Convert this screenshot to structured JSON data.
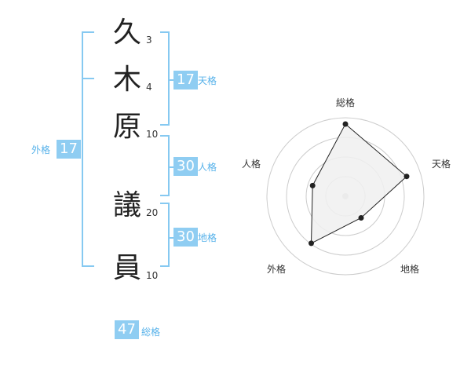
{
  "name": {
    "characters": [
      {
        "char": "久",
        "strokes": "3"
      },
      {
        "char": "木",
        "strokes": "4"
      },
      {
        "char": "原",
        "strokes": "10"
      },
      {
        "char": "議",
        "strokes": "20"
      },
      {
        "char": "員",
        "strokes": "10"
      }
    ]
  },
  "scores": {
    "tenkaku": {
      "value": "17",
      "label": "天格"
    },
    "jinkaku": {
      "value": "30",
      "label": "人格"
    },
    "chikaku": {
      "value": "30",
      "label": "地格"
    },
    "gaikaku": {
      "value": "17",
      "label": "外格"
    },
    "soukaku": {
      "value": "47",
      "label": "総格"
    }
  },
  "chart_data": {
    "type": "radar",
    "axes": [
      "総格",
      "天格",
      "地格",
      "外格",
      "人格"
    ],
    "values": [
      0.92,
      0.82,
      0.34,
      0.74,
      0.44
    ],
    "rings": 4
  },
  "colors": {
    "accent": "#8fcdf2",
    "accent_text": "#57b2ea",
    "bracket": "#86c9f1",
    "radar_ring": "#cccccc",
    "radar_fill": "#f0f0f0",
    "radar_line": "#222222"
  }
}
